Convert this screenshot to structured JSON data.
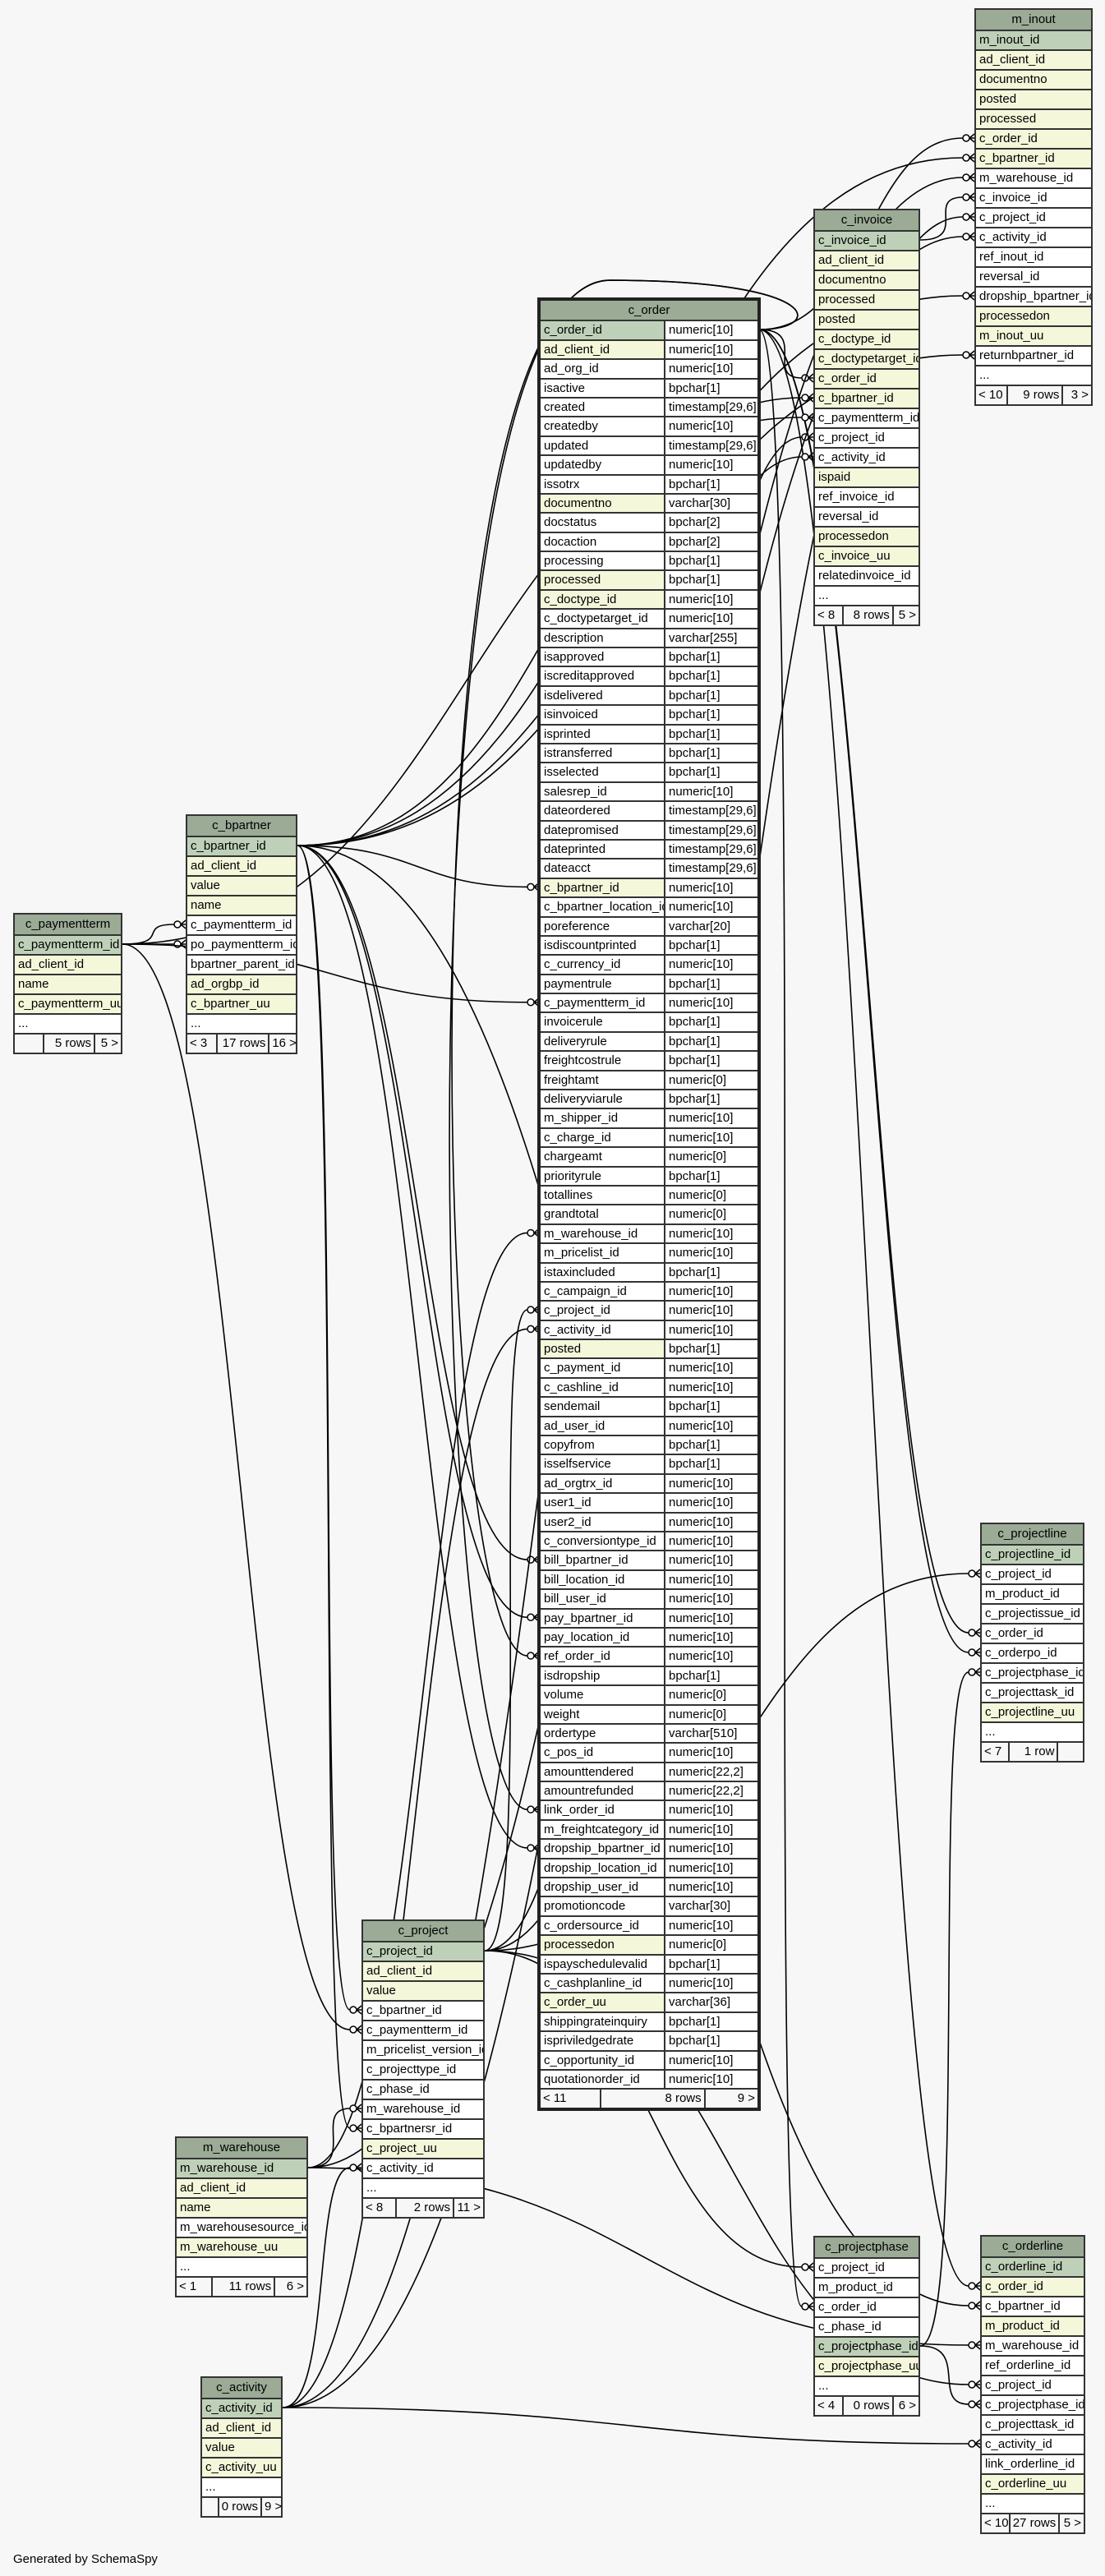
{
  "footer_text": "Generated by SchemaSpy",
  "tables": {
    "m_inout": {
      "name": "m_inout",
      "more": "...",
      "columns": [
        {
          "name": "m_inout_id",
          "key": "pk"
        },
        {
          "name": "ad_client_id",
          "key": "idx"
        },
        {
          "name": "documentno",
          "key": "idx"
        },
        {
          "name": "posted",
          "key": "idx"
        },
        {
          "name": "processed",
          "key": "idx"
        },
        {
          "name": "c_order_id",
          "key": "idx"
        },
        {
          "name": "c_bpartner_id",
          "key": "idx"
        },
        {
          "name": "m_warehouse_id",
          "key": ""
        },
        {
          "name": "c_invoice_id",
          "key": ""
        },
        {
          "name": "c_project_id",
          "key": ""
        },
        {
          "name": "c_activity_id",
          "key": ""
        },
        {
          "name": "ref_inout_id",
          "key": ""
        },
        {
          "name": "reversal_id",
          "key": ""
        },
        {
          "name": "dropship_bpartner_id",
          "key": ""
        },
        {
          "name": "processedon",
          "key": "idx"
        },
        {
          "name": "m_inout_uu",
          "key": "idx"
        },
        {
          "name": "returnbpartner_id",
          "key": ""
        }
      ],
      "footer": {
        "parents": "< 10",
        "rows": "9 rows",
        "children": "3 >"
      }
    },
    "c_invoice": {
      "name": "c_invoice",
      "more": "...",
      "columns": [
        {
          "name": "c_invoice_id",
          "key": "pk"
        },
        {
          "name": "ad_client_id",
          "key": "idx"
        },
        {
          "name": "documentno",
          "key": "idx"
        },
        {
          "name": "processed",
          "key": "idx"
        },
        {
          "name": "posted",
          "key": "idx"
        },
        {
          "name": "c_doctype_id",
          "key": "idx"
        },
        {
          "name": "c_doctypetarget_id",
          "key": "idx"
        },
        {
          "name": "c_order_id",
          "key": "idx"
        },
        {
          "name": "c_bpartner_id",
          "key": "idx"
        },
        {
          "name": "c_paymentterm_id",
          "key": ""
        },
        {
          "name": "c_project_id",
          "key": ""
        },
        {
          "name": "c_activity_id",
          "key": ""
        },
        {
          "name": "ispaid",
          "key": "idx"
        },
        {
          "name": "ref_invoice_id",
          "key": ""
        },
        {
          "name": "reversal_id",
          "key": ""
        },
        {
          "name": "processedon",
          "key": "idx"
        },
        {
          "name": "c_invoice_uu",
          "key": "idx"
        },
        {
          "name": "relatedinvoice_id",
          "key": ""
        }
      ],
      "footer": {
        "parents": "< 8",
        "rows": "8 rows",
        "children": "5 >"
      }
    },
    "c_order": {
      "name": "c_order",
      "columns": [
        {
          "name": "c_order_id",
          "type": "numeric[10]",
          "key": "pk"
        },
        {
          "name": "ad_client_id",
          "type": "numeric[10]",
          "key": "idx"
        },
        {
          "name": "ad_org_id",
          "type": "numeric[10]",
          "key": ""
        },
        {
          "name": "isactive",
          "type": "bpchar[1]",
          "key": ""
        },
        {
          "name": "created",
          "type": "timestamp[29,6]",
          "key": ""
        },
        {
          "name": "createdby",
          "type": "numeric[10]",
          "key": ""
        },
        {
          "name": "updated",
          "type": "timestamp[29,6]",
          "key": ""
        },
        {
          "name": "updatedby",
          "type": "numeric[10]",
          "key": ""
        },
        {
          "name": "issotrx",
          "type": "bpchar[1]",
          "key": ""
        },
        {
          "name": "documentno",
          "type": "varchar[30]",
          "key": "idx"
        },
        {
          "name": "docstatus",
          "type": "bpchar[2]",
          "key": ""
        },
        {
          "name": "docaction",
          "type": "bpchar[2]",
          "key": ""
        },
        {
          "name": "processing",
          "type": "bpchar[1]",
          "key": ""
        },
        {
          "name": "processed",
          "type": "bpchar[1]",
          "key": "idx"
        },
        {
          "name": "c_doctype_id",
          "type": "numeric[10]",
          "key": "idx"
        },
        {
          "name": "c_doctypetarget_id",
          "type": "numeric[10]",
          "key": ""
        },
        {
          "name": "description",
          "type": "varchar[255]",
          "key": ""
        },
        {
          "name": "isapproved",
          "type": "bpchar[1]",
          "key": ""
        },
        {
          "name": "iscreditapproved",
          "type": "bpchar[1]",
          "key": ""
        },
        {
          "name": "isdelivered",
          "type": "bpchar[1]",
          "key": ""
        },
        {
          "name": "isinvoiced",
          "type": "bpchar[1]",
          "key": ""
        },
        {
          "name": "isprinted",
          "type": "bpchar[1]",
          "key": ""
        },
        {
          "name": "istransferred",
          "type": "bpchar[1]",
          "key": ""
        },
        {
          "name": "isselected",
          "type": "bpchar[1]",
          "key": ""
        },
        {
          "name": "salesrep_id",
          "type": "numeric[10]",
          "key": ""
        },
        {
          "name": "dateordered",
          "type": "timestamp[29,6]",
          "key": ""
        },
        {
          "name": "datepromised",
          "type": "timestamp[29,6]",
          "key": ""
        },
        {
          "name": "dateprinted",
          "type": "timestamp[29,6]",
          "key": ""
        },
        {
          "name": "dateacct",
          "type": "timestamp[29,6]",
          "key": ""
        },
        {
          "name": "c_bpartner_id",
          "type": "numeric[10]",
          "key": "idx"
        },
        {
          "name": "c_bpartner_location_id",
          "type": "numeric[10]",
          "key": ""
        },
        {
          "name": "poreference",
          "type": "varchar[20]",
          "key": ""
        },
        {
          "name": "isdiscountprinted",
          "type": "bpchar[1]",
          "key": ""
        },
        {
          "name": "c_currency_id",
          "type": "numeric[10]",
          "key": ""
        },
        {
          "name": "paymentrule",
          "type": "bpchar[1]",
          "key": ""
        },
        {
          "name": "c_paymentterm_id",
          "type": "numeric[10]",
          "key": ""
        },
        {
          "name": "invoicerule",
          "type": "bpchar[1]",
          "key": ""
        },
        {
          "name": "deliveryrule",
          "type": "bpchar[1]",
          "key": ""
        },
        {
          "name": "freightcostrule",
          "type": "bpchar[1]",
          "key": ""
        },
        {
          "name": "freightamt",
          "type": "numeric[0]",
          "key": ""
        },
        {
          "name": "deliveryviarule",
          "type": "bpchar[1]",
          "key": ""
        },
        {
          "name": "m_shipper_id",
          "type": "numeric[10]",
          "key": ""
        },
        {
          "name": "c_charge_id",
          "type": "numeric[10]",
          "key": ""
        },
        {
          "name": "chargeamt",
          "type": "numeric[0]",
          "key": ""
        },
        {
          "name": "priorityrule",
          "type": "bpchar[1]",
          "key": ""
        },
        {
          "name": "totallines",
          "type": "numeric[0]",
          "key": ""
        },
        {
          "name": "grandtotal",
          "type": "numeric[0]",
          "key": ""
        },
        {
          "name": "m_warehouse_id",
          "type": "numeric[10]",
          "key": ""
        },
        {
          "name": "m_pricelist_id",
          "type": "numeric[10]",
          "key": ""
        },
        {
          "name": "istaxincluded",
          "type": "bpchar[1]",
          "key": ""
        },
        {
          "name": "c_campaign_id",
          "type": "numeric[10]",
          "key": ""
        },
        {
          "name": "c_project_id",
          "type": "numeric[10]",
          "key": ""
        },
        {
          "name": "c_activity_id",
          "type": "numeric[10]",
          "key": ""
        },
        {
          "name": "posted",
          "type": "bpchar[1]",
          "key": "idx"
        },
        {
          "name": "c_payment_id",
          "type": "numeric[10]",
          "key": ""
        },
        {
          "name": "c_cashline_id",
          "type": "numeric[10]",
          "key": ""
        },
        {
          "name": "sendemail",
          "type": "bpchar[1]",
          "key": ""
        },
        {
          "name": "ad_user_id",
          "type": "numeric[10]",
          "key": ""
        },
        {
          "name": "copyfrom",
          "type": "bpchar[1]",
          "key": ""
        },
        {
          "name": "isselfservice",
          "type": "bpchar[1]",
          "key": ""
        },
        {
          "name": "ad_orgtrx_id",
          "type": "numeric[10]",
          "key": ""
        },
        {
          "name": "user1_id",
          "type": "numeric[10]",
          "key": ""
        },
        {
          "name": "user2_id",
          "type": "numeric[10]",
          "key": ""
        },
        {
          "name": "c_conversiontype_id",
          "type": "numeric[10]",
          "key": ""
        },
        {
          "name": "bill_bpartner_id",
          "type": "numeric[10]",
          "key": ""
        },
        {
          "name": "bill_location_id",
          "type": "numeric[10]",
          "key": ""
        },
        {
          "name": "bill_user_id",
          "type": "numeric[10]",
          "key": ""
        },
        {
          "name": "pay_bpartner_id",
          "type": "numeric[10]",
          "key": ""
        },
        {
          "name": "pay_location_id",
          "type": "numeric[10]",
          "key": ""
        },
        {
          "name": "ref_order_id",
          "type": "numeric[10]",
          "key": ""
        },
        {
          "name": "isdropship",
          "type": "bpchar[1]",
          "key": ""
        },
        {
          "name": "volume",
          "type": "numeric[0]",
          "key": ""
        },
        {
          "name": "weight",
          "type": "numeric[0]",
          "key": ""
        },
        {
          "name": "ordertype",
          "type": "varchar[510]",
          "key": ""
        },
        {
          "name": "c_pos_id",
          "type": "numeric[10]",
          "key": ""
        },
        {
          "name": "amounttendered",
          "type": "numeric[22,2]",
          "key": ""
        },
        {
          "name": "amountrefunded",
          "type": "numeric[22,2]",
          "key": ""
        },
        {
          "name": "link_order_id",
          "type": "numeric[10]",
          "key": ""
        },
        {
          "name": "m_freightcategory_id",
          "type": "numeric[10]",
          "key": ""
        },
        {
          "name": "dropship_bpartner_id",
          "type": "numeric[10]",
          "key": ""
        },
        {
          "name": "dropship_location_id",
          "type": "numeric[10]",
          "key": ""
        },
        {
          "name": "dropship_user_id",
          "type": "numeric[10]",
          "key": ""
        },
        {
          "name": "promotioncode",
          "type": "varchar[30]",
          "key": ""
        },
        {
          "name": "c_ordersource_id",
          "type": "numeric[10]",
          "key": ""
        },
        {
          "name": "processedon",
          "type": "numeric[0]",
          "key": "idx"
        },
        {
          "name": "ispayschedulevalid",
          "type": "bpchar[1]",
          "key": ""
        },
        {
          "name": "c_cashplanline_id",
          "type": "numeric[10]",
          "key": ""
        },
        {
          "name": "c_order_uu",
          "type": "varchar[36]",
          "key": "idx"
        },
        {
          "name": "shippingrateinquiry",
          "type": "bpchar[1]",
          "key": ""
        },
        {
          "name": "ispriviledgedrate",
          "type": "bpchar[1]",
          "key": ""
        },
        {
          "name": "c_opportunity_id",
          "type": "numeric[10]",
          "key": ""
        },
        {
          "name": "quotationorder_id",
          "type": "numeric[10]",
          "key": ""
        }
      ],
      "footer": {
        "parents": "< 11",
        "rows": "8 rows",
        "children": "9 >"
      }
    },
    "c_bpartner": {
      "name": "c_bpartner",
      "more": "...",
      "columns": [
        {
          "name": "c_bpartner_id",
          "key": "pk"
        },
        {
          "name": "ad_client_id",
          "key": "idx"
        },
        {
          "name": "value",
          "key": "idx"
        },
        {
          "name": "name",
          "key": "idx"
        },
        {
          "name": "c_paymentterm_id",
          "key": ""
        },
        {
          "name": "po_paymentterm_id",
          "key": ""
        },
        {
          "name": "bpartner_parent_id",
          "key": ""
        },
        {
          "name": "ad_orgbp_id",
          "key": "idx"
        },
        {
          "name": "c_bpartner_uu",
          "key": "idx"
        }
      ],
      "footer": {
        "parents": "< 3",
        "rows": "17 rows",
        "children": "16 >"
      }
    },
    "c_paymentterm": {
      "name": "c_paymentterm",
      "more": "...",
      "columns": [
        {
          "name": "c_paymentterm_id",
          "key": "pk"
        },
        {
          "name": "ad_client_id",
          "key": "idx"
        },
        {
          "name": "name",
          "key": "idx"
        },
        {
          "name": "c_paymentterm_uu",
          "key": "idx"
        }
      ],
      "footer": {
        "parents": "",
        "rows": "5 rows",
        "children": "5 >"
      }
    },
    "c_project": {
      "name": "c_project",
      "more": "...",
      "columns": [
        {
          "name": "c_project_id",
          "key": "pk"
        },
        {
          "name": "ad_client_id",
          "key": "idx"
        },
        {
          "name": "value",
          "key": "idx"
        },
        {
          "name": "c_bpartner_id",
          "key": ""
        },
        {
          "name": "c_paymentterm_id",
          "key": ""
        },
        {
          "name": "m_pricelist_version_id",
          "key": ""
        },
        {
          "name": "c_projecttype_id",
          "key": ""
        },
        {
          "name": "c_phase_id",
          "key": ""
        },
        {
          "name": "m_warehouse_id",
          "key": ""
        },
        {
          "name": "c_bpartnersr_id",
          "key": ""
        },
        {
          "name": "c_project_uu",
          "key": "idx"
        },
        {
          "name": "c_activity_id",
          "key": ""
        }
      ],
      "footer": {
        "parents": "< 8",
        "rows": "2 rows",
        "children": "11 >"
      }
    },
    "m_warehouse": {
      "name": "m_warehouse",
      "more": "...",
      "columns": [
        {
          "name": "m_warehouse_id",
          "key": "pk"
        },
        {
          "name": "ad_client_id",
          "key": "idx"
        },
        {
          "name": "name",
          "key": "idx"
        },
        {
          "name": "m_warehousesource_id",
          "key": ""
        },
        {
          "name": "m_warehouse_uu",
          "key": "idx"
        }
      ],
      "footer": {
        "parents": "< 1",
        "rows": "11 rows",
        "children": "6 >"
      }
    },
    "c_activity": {
      "name": "c_activity",
      "more": "...",
      "columns": [
        {
          "name": "c_activity_id",
          "key": "pk"
        },
        {
          "name": "ad_client_id",
          "key": "idx"
        },
        {
          "name": "value",
          "key": "idx"
        },
        {
          "name": "c_activity_uu",
          "key": "idx"
        }
      ],
      "footer": {
        "parents": "",
        "rows": "0 rows",
        "children": "9 >"
      }
    },
    "c_projectline": {
      "name": "c_projectline",
      "more": "...",
      "columns": [
        {
          "name": "c_projectline_id",
          "key": "pk"
        },
        {
          "name": "c_project_id",
          "key": ""
        },
        {
          "name": "m_product_id",
          "key": ""
        },
        {
          "name": "c_projectissue_id",
          "key": ""
        },
        {
          "name": "c_order_id",
          "key": ""
        },
        {
          "name": "c_orderpo_id",
          "key": ""
        },
        {
          "name": "c_projectphase_id",
          "key": ""
        },
        {
          "name": "c_projecttask_id",
          "key": ""
        },
        {
          "name": "c_projectline_uu",
          "key": "idx"
        }
      ],
      "footer": {
        "parents": "< 7",
        "rows": "1 row",
        "children": ""
      }
    },
    "c_projectphase": {
      "name": "c_projectphase",
      "more": "...",
      "columns": [
        {
          "name": "c_project_id",
          "key": ""
        },
        {
          "name": "m_product_id",
          "key": ""
        },
        {
          "name": "c_order_id",
          "key": ""
        },
        {
          "name": "c_phase_id",
          "key": ""
        },
        {
          "name": "c_projectphase_id",
          "key": "pk"
        },
        {
          "name": "c_projectphase_uu",
          "key": "idx"
        }
      ],
      "footer": {
        "parents": "< 4",
        "rows": "0 rows",
        "children": "6 >"
      }
    },
    "c_orderline": {
      "name": "c_orderline",
      "more": "...",
      "columns": [
        {
          "name": "c_orderline_id",
          "key": "pk"
        },
        {
          "name": "c_order_id",
          "key": "idx"
        },
        {
          "name": "c_bpartner_id",
          "key": ""
        },
        {
          "name": "m_product_id",
          "key": "idx"
        },
        {
          "name": "m_warehouse_id",
          "key": ""
        },
        {
          "name": "ref_orderline_id",
          "key": ""
        },
        {
          "name": "c_project_id",
          "key": ""
        },
        {
          "name": "c_projectphase_id",
          "key": ""
        },
        {
          "name": "c_projecttask_id",
          "key": ""
        },
        {
          "name": "c_activity_id",
          "key": ""
        },
        {
          "name": "link_orderline_id",
          "key": ""
        },
        {
          "name": "c_orderline_uu",
          "key": "idx"
        }
      ],
      "footer": {
        "parents": "< 10",
        "rows": "27 rows",
        "children": "5 >"
      }
    }
  }
}
